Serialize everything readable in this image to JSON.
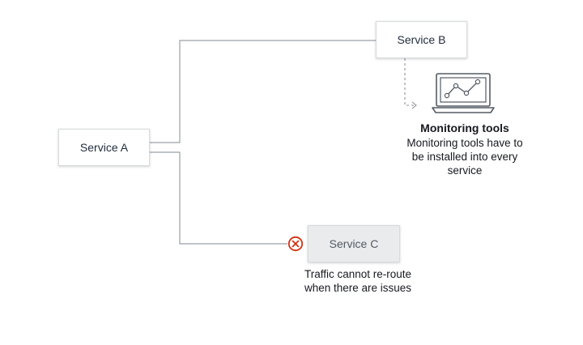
{
  "diagram": {
    "service_a": "Service A",
    "service_b": "Service B",
    "service_c": "Service C",
    "monitoring_title": "Monitoring tools",
    "monitoring_desc_lines": [
      "Monitoring tools have to",
      "be installed into every",
      "service"
    ],
    "traffic_desc_lines": [
      "Traffic cannot re-route",
      "when there are issues"
    ]
  },
  "colors": {
    "connector": "#9aa0a6",
    "error": "#d13212",
    "disabled_box": "#e9ebed",
    "laptop_stroke": "#545b64"
  },
  "icons": [
    "laptop-chart-icon",
    "error-x-icon",
    "dashed-arrow-icon"
  ]
}
